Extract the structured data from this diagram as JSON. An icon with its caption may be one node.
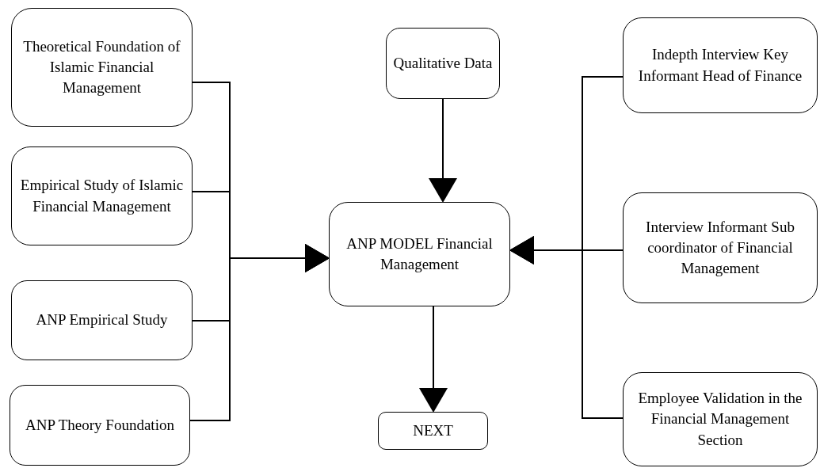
{
  "diagram": {
    "nodes": [
      {
        "text": [
          "Theoretical Foundation of Islamic Financial Management"
        ]
      },
      {
        "text": [
          "Empirical Study of Islamic Financial Management"
        ]
      },
      {
        "text": [
          "ANP Empirical Study"
        ]
      },
      {
        "text": [
          "ANP Theory Foundation"
        ]
      },
      {
        "text": [
          "Qualitative Data"
        ]
      },
      {
        "text": [
          "ANP MODEL Financial Management"
        ]
      },
      {
        "text": [
          "NEXT"
        ]
      },
      {
        "text": [
          "Indepth Interview Key Informant Head of Finance"
        ]
      },
      {
        "text": [
          "Interview Informant Sub coordinator of Financial Management"
        ]
      },
      {
        "text": [
          "Employee Validation in the Financial Management Section"
        ]
      }
    ],
    "edges": [
      {
        "from": 0,
        "to": 5,
        "arrow": "to"
      },
      {
        "from": 1,
        "to": 5,
        "arrow": "to"
      },
      {
        "from": 2,
        "to": 5,
        "arrow": "to"
      },
      {
        "from": 3,
        "to": 5,
        "arrow": "to"
      },
      {
        "from": 4,
        "to": 5,
        "arrow": "to"
      },
      {
        "from": 5,
        "to": 6,
        "arrow": "to"
      },
      {
        "from": 7,
        "to": 5,
        "arrow": "to"
      },
      {
        "from": 8,
        "to": 5,
        "arrow": "to"
      },
      {
        "from": 9,
        "to": 5,
        "arrow": "to"
      }
    ]
  }
}
